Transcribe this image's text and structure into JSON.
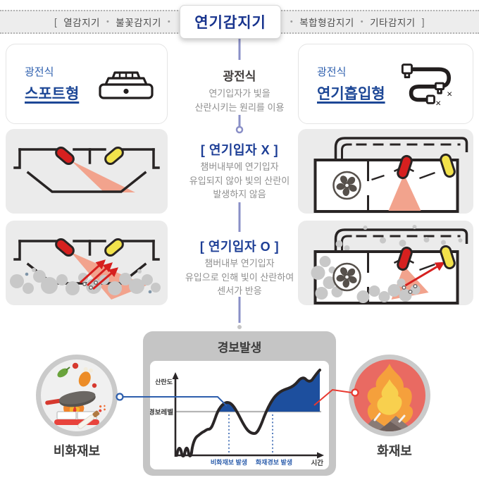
{
  "header": {
    "bracket_left": "[",
    "bracket_right": "]",
    "separator": "•",
    "items": [
      "열감지기",
      "불꽃감지기",
      "연기감지기",
      "복합형감지기",
      "기타감지기"
    ],
    "active_item": "연기감지기"
  },
  "cards": {
    "left": {
      "type_label": "광전식",
      "name": "스포트형",
      "icon": "spot-detector-icon"
    },
    "right": {
      "type_label": "광전식",
      "name": "연기흡입형",
      "icon": "aspirating-pipe-icon"
    }
  },
  "principle": {
    "title": "광전식",
    "desc_line1": "연기입자가 빛을",
    "desc_line2": "산란시키는 원리를 이용"
  },
  "section_no_smoke": {
    "title": "[ 연기입자 X ]",
    "desc_line1": "챔버내부에 연기입자",
    "desc_line2": "유입되지 않아 빛의 산란이",
    "desc_line3": "발생하지 않음"
  },
  "section_smoke": {
    "title": "[ 연기입자 O ]",
    "desc_line1": "챔버내부 연기입자",
    "desc_line2": "유입으로 인해 빛이 산란하여",
    "desc_line3": "센서가 반응"
  },
  "alarm": {
    "panel_title": "경보발생",
    "false_alarm_label": "비화재보",
    "fire_alarm_label": "화재보"
  },
  "chart_data": {
    "type": "line",
    "title": "경보발생",
    "xlabel": "시간",
    "ylabel": "산란도",
    "threshold_label": "경보레벨",
    "threshold_value": 50,
    "x_range": [
      0,
      100
    ],
    "y_range": [
      0,
      100
    ],
    "series": [
      {
        "name": "산란도",
        "x": [
          0,
          1.5,
          3.4,
          4.4,
          6.9,
          8.4,
          14.3,
          18.2,
          22.2,
          27.1,
          31,
          35,
          37.4,
          41.4,
          48.3,
          54.2,
          59.6,
          63,
          68.5,
          77.8,
          84.7,
          90.1,
          94.6,
          100
        ],
        "y": [
          0,
          7,
          2,
          0,
          7,
          2,
          22,
          27,
          30,
          44,
          50,
          60,
          60,
          52,
          31,
          25,
          38,
          50,
          67,
          77,
          85,
          87,
          86,
          98
        ]
      }
    ],
    "annotations": [
      {
        "label": "비화재보 발생",
        "x": 36
      },
      {
        "label": "화재경보 발생",
        "x": 67
      }
    ],
    "legend": false,
    "grid": false,
    "fill_above_threshold": true,
    "fill_color": "#1d4f9e"
  },
  "colors": {
    "accent_blue": "#2d5fae",
    "deep_navy": "#17338d",
    "section_navy": "#1d3e96",
    "connector_periwinkle": "#8a8fc7",
    "chart_fill": "#1d4f9e",
    "alarm_connector_red": "#e8382f",
    "led_red": "#d6201f",
    "led_yellow": "#f2e24b",
    "beam_salmon": "#f2a38d",
    "smoke_gray": "#c8c8c8",
    "panel_gray": "#ebebeb",
    "alarm_panel_gray": "#c5c5c5",
    "header_bar_gray": "#ededed",
    "fire_circle_red": "#e96a62",
    "text_dark": "#3b3b3b",
    "text_gray": "#8f8f8f"
  },
  "icons": [
    "spot-detector-icon",
    "aspirating-pipe-icon",
    "fan-icon",
    "red-led-icon",
    "photo-sensor-icon",
    "smoke-particles",
    "frying-pan-icon",
    "cigarette-icon",
    "flame-icon"
  ]
}
